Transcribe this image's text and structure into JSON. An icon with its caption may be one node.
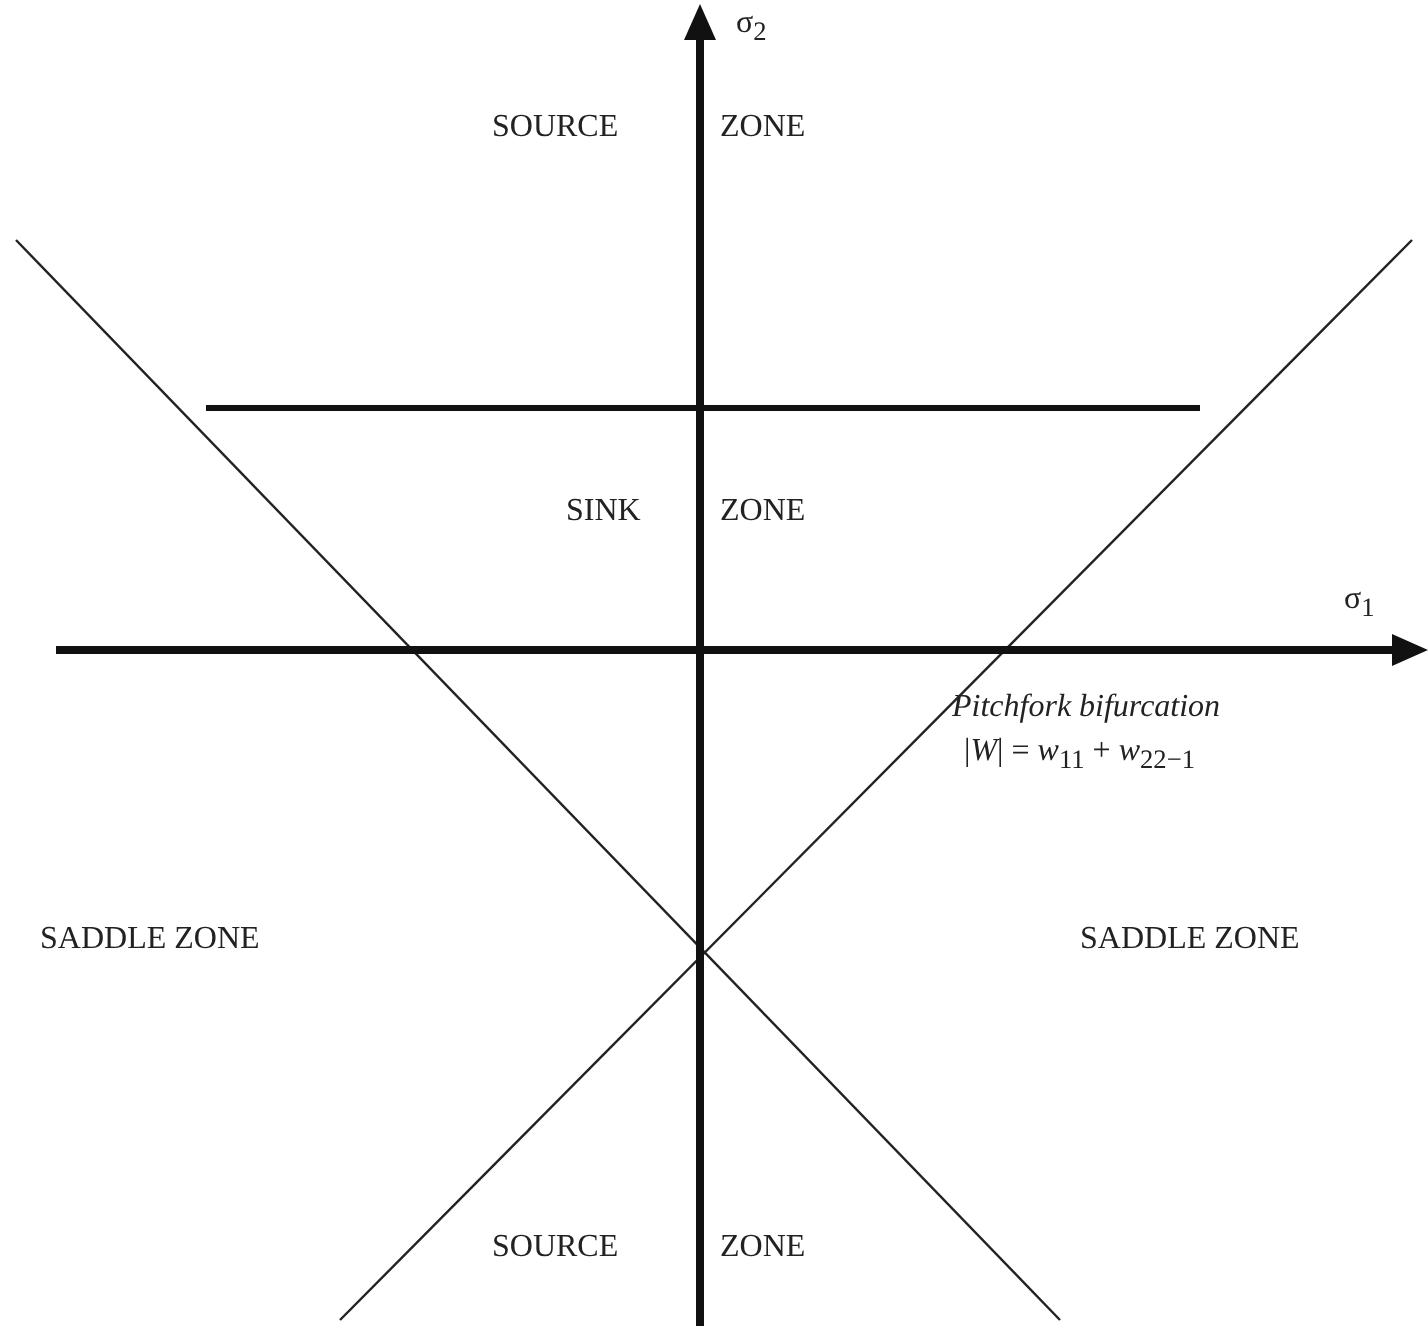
{
  "diagram": {
    "labels": [
      "σ$_{2}$",
      "SOURCE",
      "ZONE",
      "SINK",
      "ZONE",
      "σ$_{1}$",
      "Pitchfork bifurcation",
      "|*W*| = *w*$_{11}$ + *w*$_{22}$$_{−1}$",
      "SADDLE ZONE",
      "SADDLE ZONE",
      "SOURCE",
      "ZONE"
    ]
  }
}
